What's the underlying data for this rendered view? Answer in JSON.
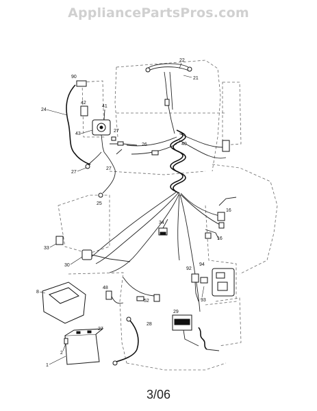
{
  "watermark": "AppliancePartsPros.com",
  "footer": "3/06",
  "callouts": [
    {
      "id": "c22",
      "text": "22"
    },
    {
      "id": "c21",
      "text": "21"
    },
    {
      "id": "c90",
      "text": "90"
    },
    {
      "id": "c24",
      "text": "24"
    },
    {
      "id": "c42",
      "text": "42"
    },
    {
      "id": "c41",
      "text": "41"
    },
    {
      "id": "c43",
      "text": "43"
    },
    {
      "id": "c27a",
      "text": "27"
    },
    {
      "id": "c27b",
      "text": "27"
    },
    {
      "id": "c27c",
      "text": "27"
    },
    {
      "id": "c26",
      "text": "26"
    },
    {
      "id": "c40",
      "text": "40"
    },
    {
      "id": "c25",
      "text": "25"
    },
    {
      "id": "c16a",
      "text": "16"
    },
    {
      "id": "c16b",
      "text": "16"
    },
    {
      "id": "c34",
      "text": "34"
    },
    {
      "id": "c33",
      "text": "33"
    },
    {
      "id": "c30",
      "text": "30"
    },
    {
      "id": "c92",
      "text": "92"
    },
    {
      "id": "c94",
      "text": "94"
    },
    {
      "id": "c93",
      "text": "93"
    },
    {
      "id": "c48",
      "text": "48"
    },
    {
      "id": "c52",
      "text": "52"
    },
    {
      "id": "c8",
      "text": "8"
    },
    {
      "id": "c29",
      "text": "29"
    },
    {
      "id": "c28",
      "text": "28"
    },
    {
      "id": "c27d",
      "text": "27"
    },
    {
      "id": "c2",
      "text": "2"
    },
    {
      "id": "c1",
      "text": "1"
    }
  ]
}
